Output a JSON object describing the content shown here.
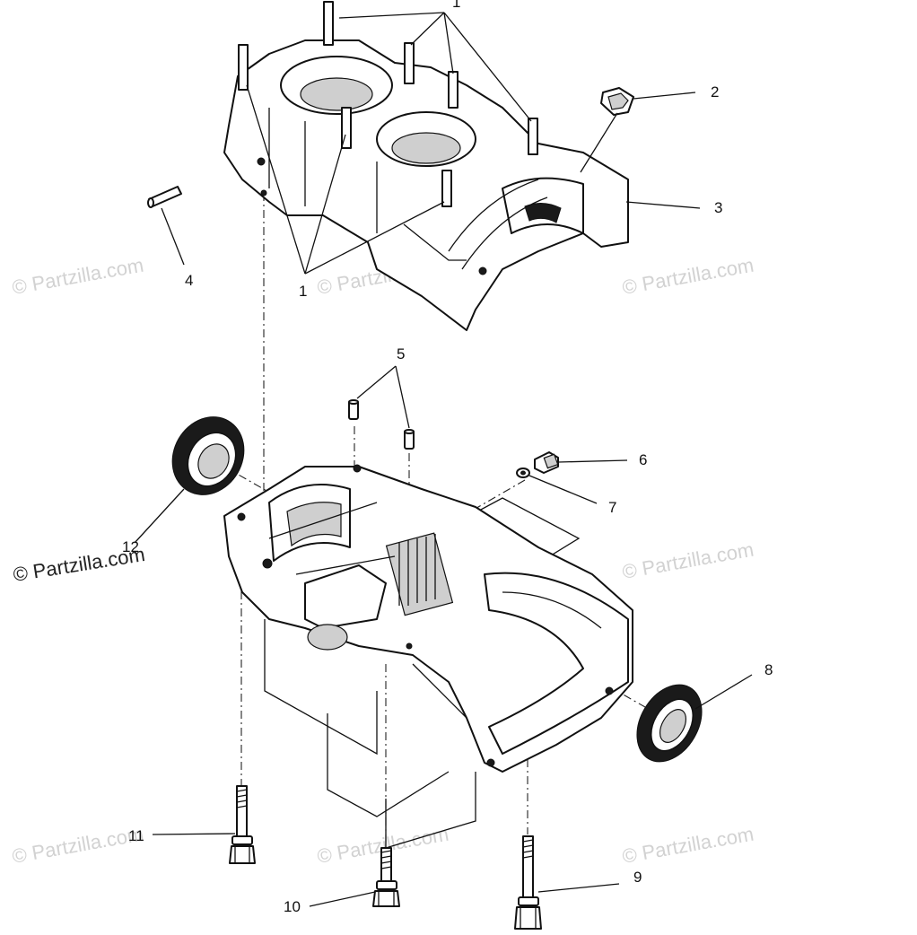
{
  "callouts": {
    "c1_top": "1",
    "c1_bottom": "1",
    "c2": "2",
    "c3": "3",
    "c4": "4",
    "c5": "5",
    "c6": "6",
    "c7": "7",
    "c8": "8",
    "c9": "9",
    "c10": "10",
    "c11": "11",
    "c12": "12"
  },
  "watermarks": {
    "text": "© Partzilla.com",
    "featured": "© Partzilla.com"
  }
}
